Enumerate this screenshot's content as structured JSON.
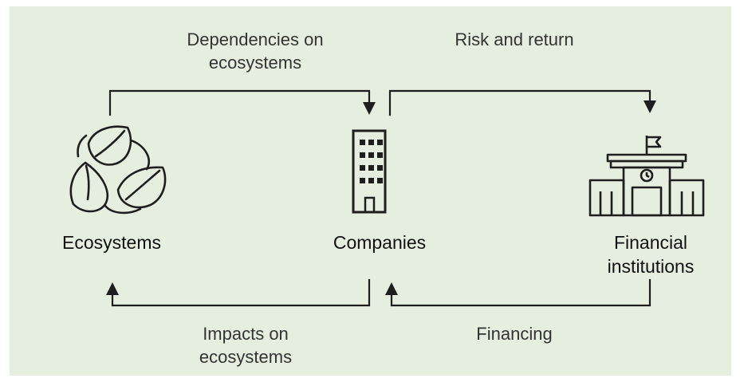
{
  "nodes": {
    "ecosystems": "Ecosystems",
    "companies": "Companies",
    "financial_institutions_line1": "Financial",
    "financial_institutions_line2": "institutions"
  },
  "flows": {
    "dependencies_line1": "Dependencies on",
    "dependencies_line2": "ecosystems",
    "risk_return": "Risk and return",
    "impacts_line1": "Impacts on",
    "impacts_line2": "ecosystems",
    "financing": "Financing"
  },
  "colors": {
    "background": "#e6efdf",
    "line": "#1e1e1e"
  },
  "icons": [
    "recycle-leaves-icon",
    "office-building-icon",
    "bank-building-icon"
  ]
}
